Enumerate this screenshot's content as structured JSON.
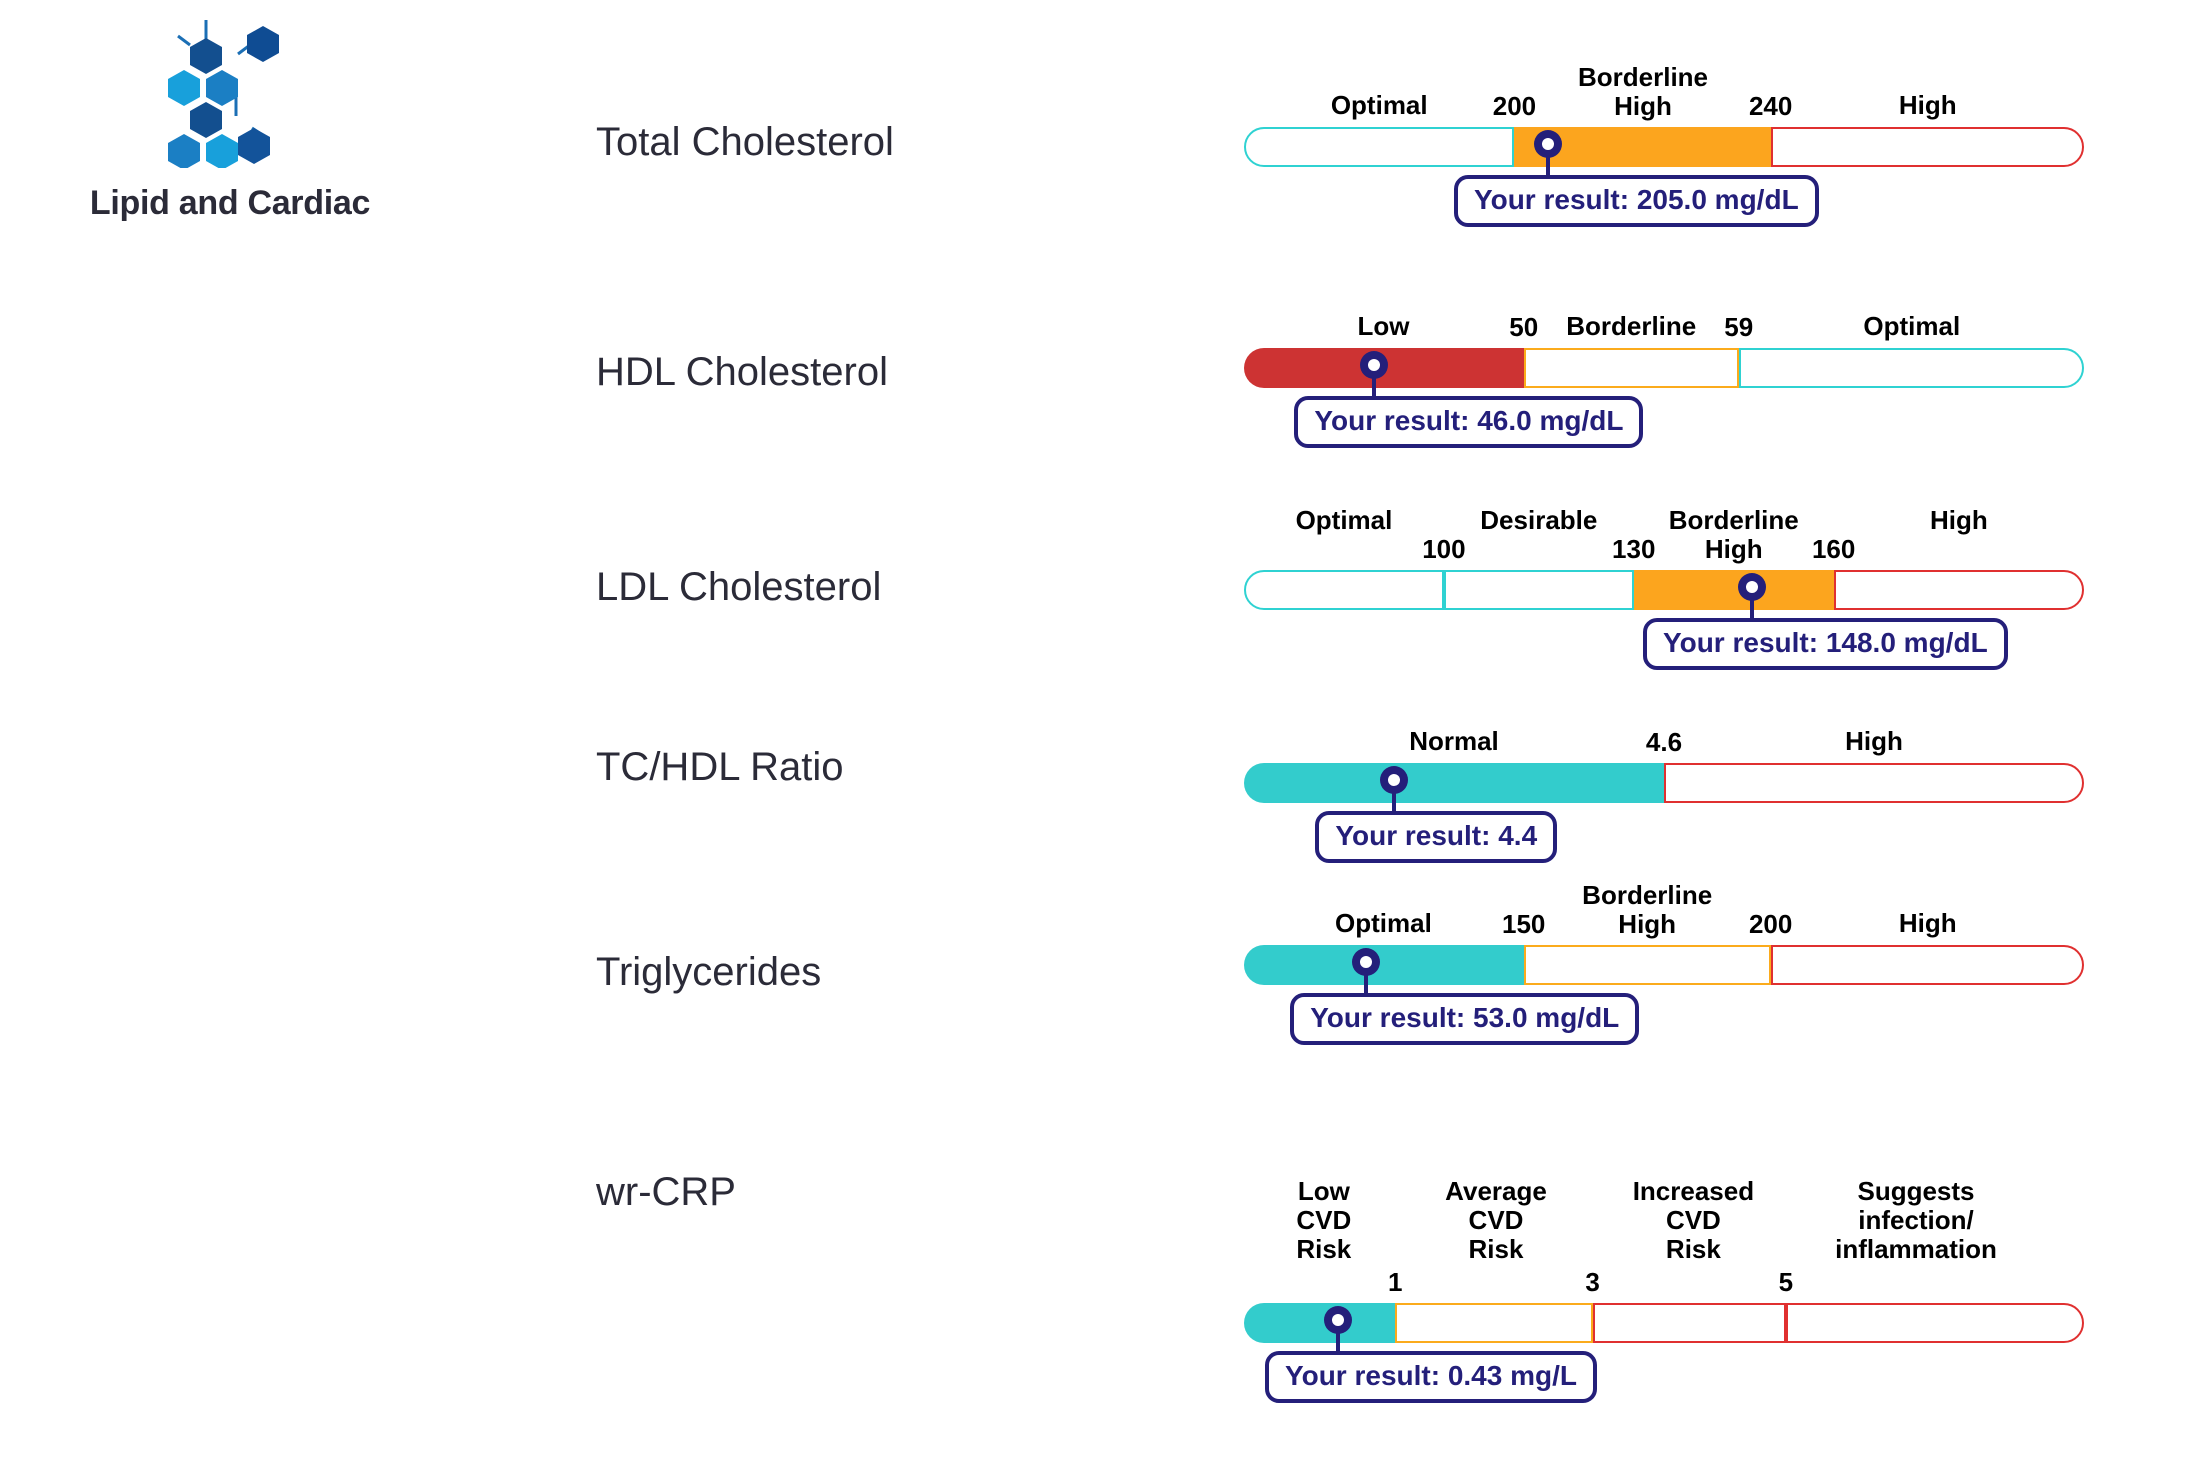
{
  "panel": {
    "title": "Lipid and Cardiac",
    "logo_icon": "hexagon-molecule-icon"
  },
  "colors": {
    "fill_teal": "#33cccc",
    "fill_red": "#cd3333",
    "fill_orange": "#fca51e",
    "line_cyan": "#2fd2d2",
    "line_orange": "#fbab1c",
    "line_red": "#e03030",
    "marker_navy": "#241f7a",
    "text_dark": "#2b2b38"
  },
  "chart_data": {
    "type": "bar",
    "title": "Lipid and Cardiac",
    "subtitle": "",
    "xlabel": "",
    "ylabel": "",
    "grid": false,
    "legend": "none",
    "description": "Six horizontal reference-range gauges; each shows clinical category bands with a marker at the patient's result.",
    "rows": [
      {
        "name": "Total Cholesterol",
        "unit": "mg/dL",
        "value": 205.0,
        "result_label": "Your result: 205.0 mg/dL",
        "axis_min": 140,
        "axis_max": 320,
        "marker_pct": 36.2,
        "badge_left_pct": 25.0,
        "ticks": [
          {
            "label": "200",
            "pct": 32.2
          },
          {
            "label": "240",
            "pct": 62.7
          }
        ],
        "segments": [
          {
            "label": "Optimal",
            "style": "line-cyan",
            "width_pct": 32.2,
            "label_center_pct": 16.1,
            "label_top": -36
          },
          {
            "label": "Borderline\nHigh",
            "style": "fill-orange",
            "width_pct": 30.5,
            "label_center_pct": 47.5,
            "label_top": -64
          },
          {
            "label": "High",
            "style": "line-red",
            "width_pct": 37.3,
            "label_center_pct": 81.4,
            "label_top": -36
          }
        ]
      },
      {
        "name": "HDL Cholesterol",
        "unit": "mg/dL",
        "value": 46.0,
        "result_label": "Your result: 46.0 mg/dL",
        "axis_min": 20,
        "axis_max": 110,
        "marker_pct": 15.5,
        "badge_left_pct": 6.0,
        "ticks": [
          {
            "label": "50",
            "pct": 33.3
          },
          {
            "label": "59",
            "pct": 58.9
          }
        ],
        "segments": [
          {
            "label": "Low",
            "style": "fill-red",
            "width_pct": 33.3,
            "label_center_pct": 16.6,
            "label_top": -36
          },
          {
            "label": "Borderline",
            "style": "line-orange",
            "width_pct": 25.6,
            "label_center_pct": 46.1,
            "label_top": -36
          },
          {
            "label": "Optimal",
            "style": "line-cyan",
            "width_pct": 41.1,
            "label_center_pct": 79.5,
            "label_top": -36
          }
        ]
      },
      {
        "name": "LDL Cholesterol",
        "unit": "mg/dL",
        "value": 148.0,
        "result_label": "Your result: 148.0 mg/dL",
        "axis_min": 40,
        "axis_max": 220,
        "marker_pct": 60.5,
        "badge_left_pct": 47.5,
        "ticks": [
          {
            "label": "100",
            "pct": 23.8
          },
          {
            "label": "130",
            "pct": 46.4
          },
          {
            "label": "160",
            "pct": 70.2
          }
        ],
        "segments": [
          {
            "label": "Optimal",
            "style": "line-cyan",
            "width_pct": 23.8,
            "label_center_pct": 11.9,
            "label_top": -64
          },
          {
            "label": "Desirable",
            "style": "line-cyan",
            "width_pct": 22.6,
            "label_center_pct": 35.1,
            "label_top": -64
          },
          {
            "label": "Borderline\nHigh",
            "style": "fill-orange",
            "width_pct": 23.8,
            "label_center_pct": 58.3,
            "label_top": -64
          },
          {
            "label": "High",
            "style": "line-red",
            "width_pct": 29.8,
            "label_center_pct": 85.1,
            "label_top": -64
          }
        ]
      },
      {
        "name": "TC/HDL Ratio",
        "unit": "",
        "value": 4.4,
        "result_label": "Your result: 4.4",
        "axis_min": 0,
        "axis_max": 9.2,
        "marker_pct": 17.8,
        "badge_left_pct": 8.5,
        "ticks": [
          {
            "label": "4.6",
            "pct": 50.0
          }
        ],
        "segments": [
          {
            "label": "Normal",
            "style": "fill-teal",
            "width_pct": 50.0,
            "label_center_pct": 25.0,
            "label_top": -36
          },
          {
            "label": "High",
            "style": "line-red",
            "width_pct": 50.0,
            "label_center_pct": 75.0,
            "label_top": -36
          }
        ]
      },
      {
        "name": "Triglycerides",
        "unit": "mg/dL",
        "value": 53.0,
        "result_label": "Your result: 53.0 mg/dL",
        "axis_min": 0,
        "axis_max": 380,
        "marker_pct": 14.5,
        "badge_left_pct": 5.5,
        "ticks": [
          {
            "label": "150",
            "pct": 33.3
          },
          {
            "label": "200",
            "pct": 62.7
          }
        ],
        "segments": [
          {
            "label": "Optimal",
            "style": "fill-teal",
            "width_pct": 33.3,
            "label_center_pct": 16.6,
            "label_top": -36
          },
          {
            "label": "Borderline\nHigh",
            "style": "line-orange",
            "width_pct": 29.4,
            "label_center_pct": 48.0,
            "label_top": -64
          },
          {
            "label": "High",
            "style": "line-red",
            "width_pct": 37.3,
            "label_center_pct": 81.4,
            "label_top": -36
          }
        ]
      },
      {
        "name": "wr-CRP",
        "unit": "mg/L",
        "value": 0.43,
        "result_label": "Your result: 0.43 mg/L",
        "axis_min": 0,
        "axis_max": 9.0,
        "marker_pct": 11.2,
        "badge_left_pct": 2.5,
        "ticks": [
          {
            "label": "1",
            "pct": 18.0
          },
          {
            "label": "3",
            "pct": 41.5
          },
          {
            "label": "5",
            "pct": 64.5
          }
        ],
        "segments": [
          {
            "label": "Low\nCVD\nRisk",
            "style": "fill-teal",
            "width_pct": 18.0,
            "label_center_pct": 9.5,
            "label_top": -126
          },
          {
            "label": "Average\nCVD\nRisk",
            "style": "line-orange",
            "width_pct": 23.5,
            "label_center_pct": 30.0,
            "label_top": -126
          },
          {
            "label": "Increased\nCVD\nRisk",
            "style": "line-red",
            "width_pct": 23.0,
            "label_center_pct": 53.5,
            "label_top": -126
          },
          {
            "label": "Suggests\ninfection/\ninflammation",
            "style": "line-red",
            "width_pct": 35.5,
            "label_center_pct": 80.0,
            "label_top": -126
          }
        ]
      }
    ]
  }
}
